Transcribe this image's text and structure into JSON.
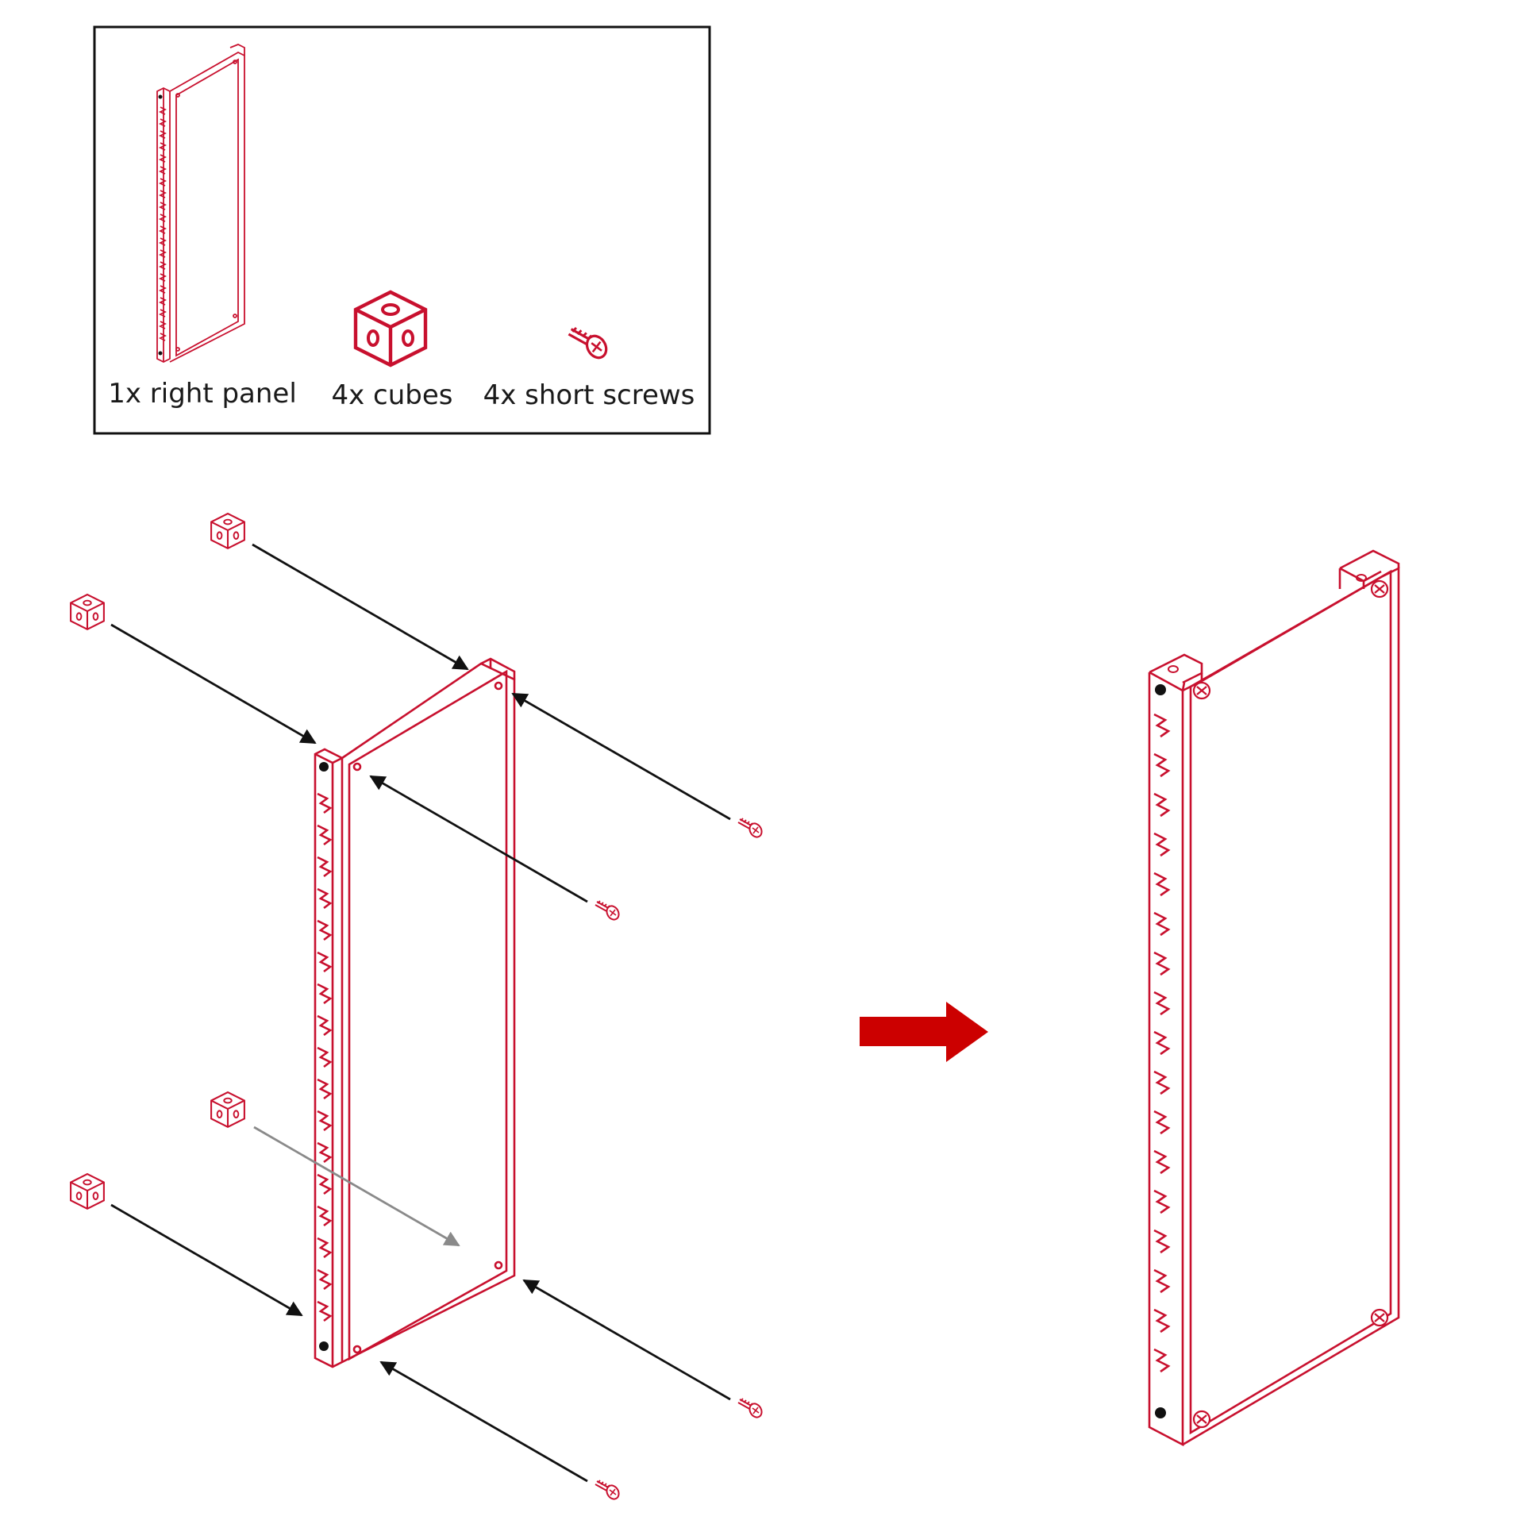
{
  "parts_box": {
    "items": [
      {
        "quantity_label": "1x right panel",
        "icon": "panel-icon"
      },
      {
        "quantity_label": "4x cubes",
        "icon": "cube-icon"
      },
      {
        "quantity_label": "4x short screws",
        "icon": "screw-icon"
      }
    ]
  },
  "colors": {
    "part_outline": "#c8102e",
    "step_arrow": "#cc0000",
    "guide_arrow": "#111111",
    "hidden_arrow": "#8a8a8a",
    "frame": "#111111"
  },
  "icons": {
    "step_arrow": "right-arrow-icon"
  }
}
